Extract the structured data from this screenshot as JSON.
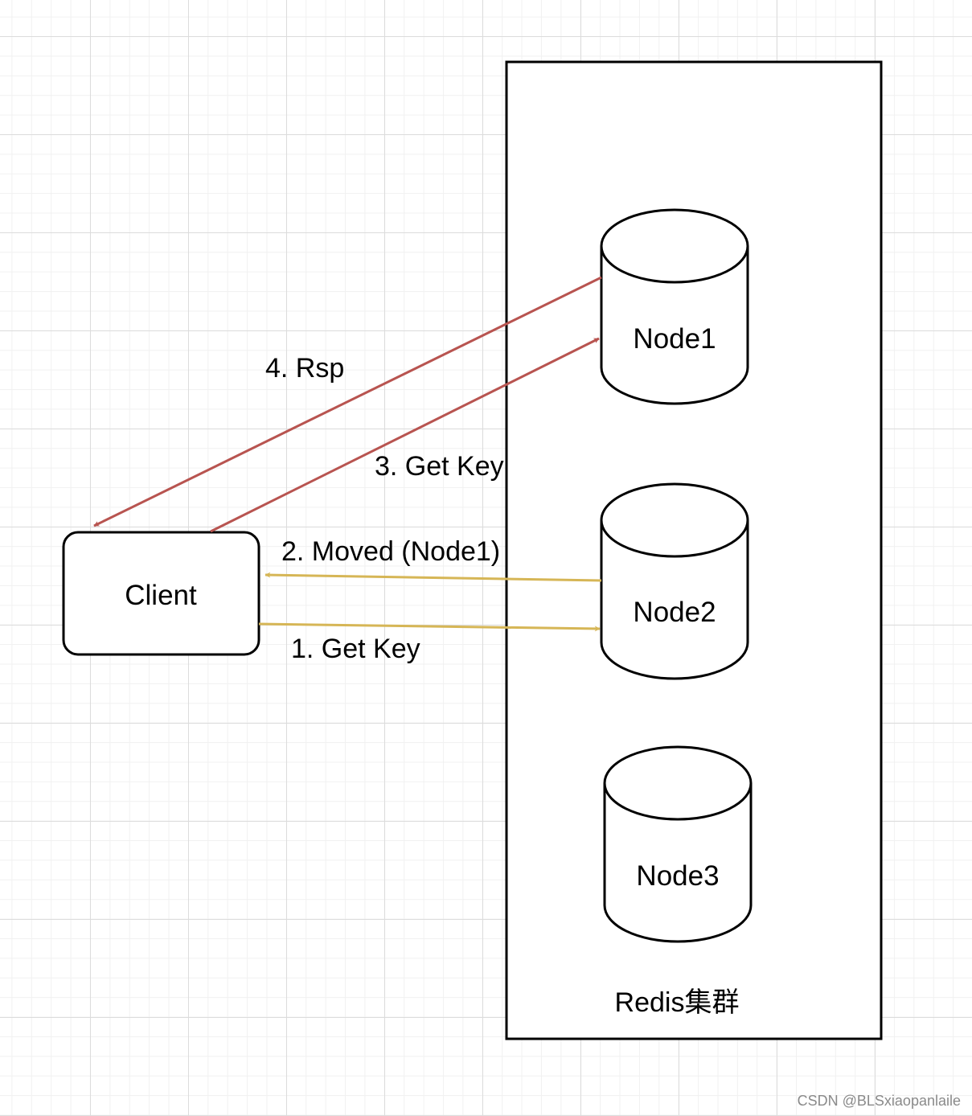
{
  "diagram": {
    "cluster": {
      "label": "Redis集群"
    },
    "client": {
      "label": "Client"
    },
    "nodes": [
      {
        "label": "Node1"
      },
      {
        "label": "Node2"
      },
      {
        "label": "Node3"
      }
    ],
    "edges": [
      {
        "label": "1. Get Key",
        "color": "#d6b656"
      },
      {
        "label": "2. Moved (Node1)",
        "color": "#d6b656"
      },
      {
        "label": "3. Get Key",
        "color": "#b85450"
      },
      {
        "label": "4. Rsp",
        "color": "#b85450"
      }
    ]
  },
  "watermark": "CSDN @BLSxiaopanlaile"
}
